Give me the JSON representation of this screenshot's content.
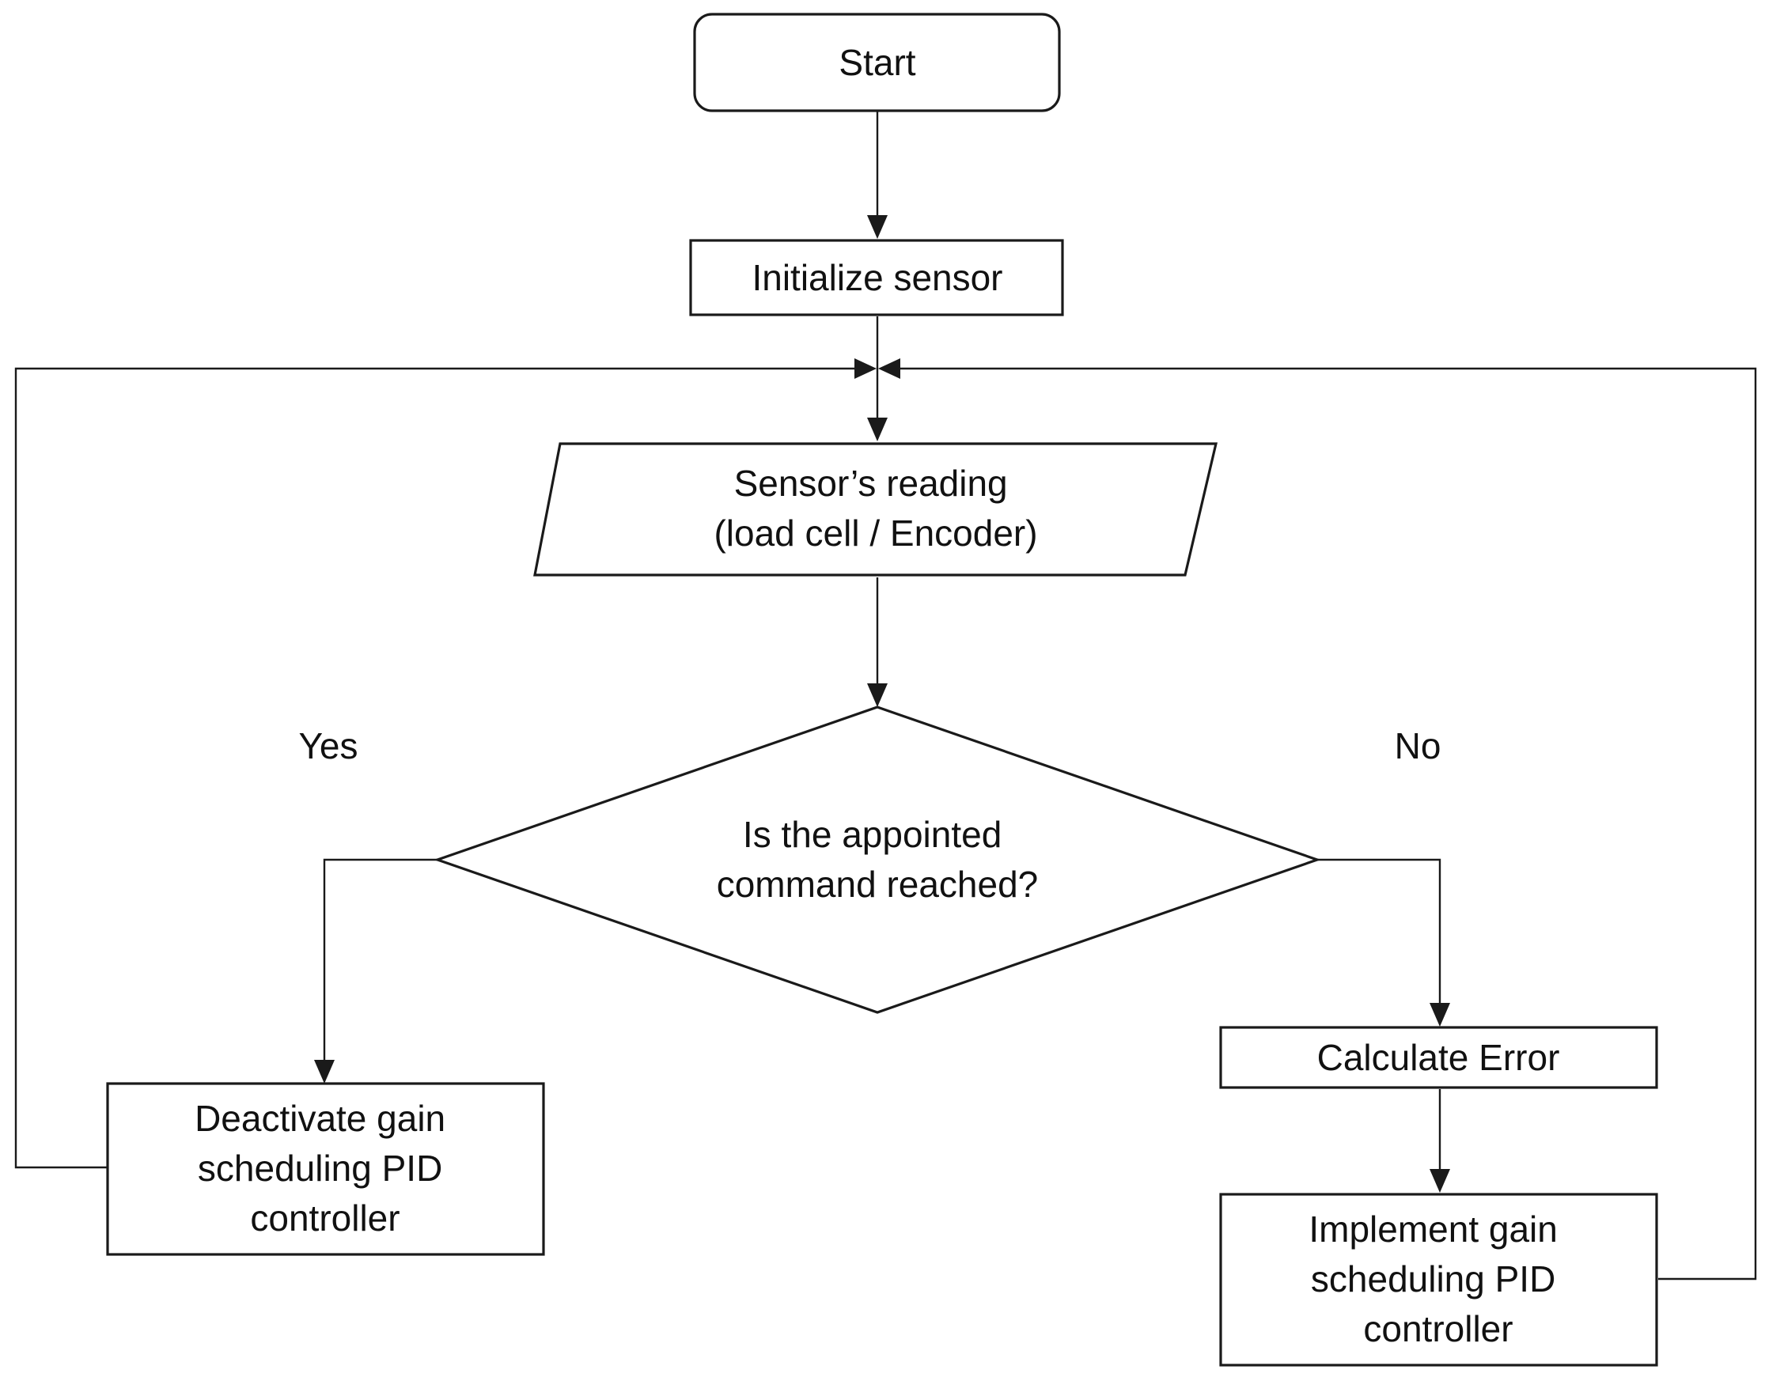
{
  "diagram": {
    "nodes": {
      "start": {
        "label": "Start"
      },
      "initialize": {
        "label": "Initialize sensor"
      },
      "reading": {
        "lines": [
          "Sensor’s reading",
          "(load cell / Encoder)"
        ]
      },
      "decision": {
        "lines": [
          "Is the appointed",
          "command reached?"
        ]
      },
      "deactivate": {
        "lines": [
          "Deactivate gain",
          "scheduling PID",
          "controller"
        ]
      },
      "calculate": {
        "label": "Calculate Error"
      },
      "implement": {
        "lines": [
          "Implement gain",
          "scheduling PID",
          "controller"
        ]
      }
    },
    "branches": {
      "yes": "Yes",
      "no": "No"
    },
    "edges": [
      {
        "from": "start",
        "to": "initialize"
      },
      {
        "from": "initialize",
        "to": "reading"
      },
      {
        "from": "reading",
        "to": "decision"
      },
      {
        "from": "decision",
        "to": "deactivate",
        "label": "Yes"
      },
      {
        "from": "decision",
        "to": "calculate",
        "label": "No"
      },
      {
        "from": "calculate",
        "to": "implement"
      },
      {
        "from": "deactivate",
        "to": "reading"
      },
      {
        "from": "implement",
        "to": "reading"
      }
    ]
  }
}
